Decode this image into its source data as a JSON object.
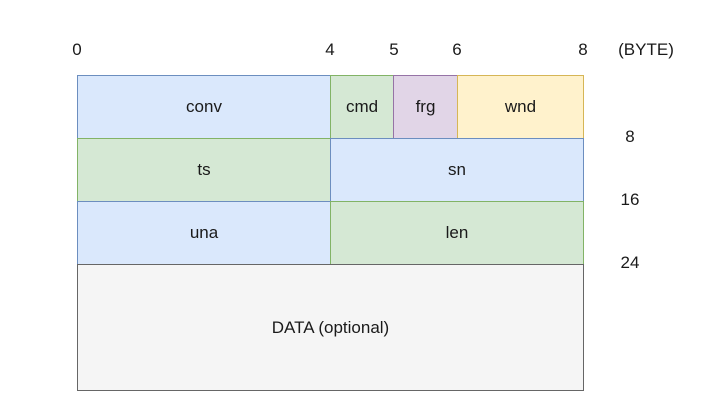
{
  "top_labels": [
    "0",
    "4",
    "5",
    "6",
    "8",
    "(BYTE)"
  ],
  "side_labels": [
    "8",
    "16",
    "24"
  ],
  "cells": {
    "conv": "conv",
    "cmd": "cmd",
    "frg": "frg",
    "wnd": "wnd",
    "ts": "ts",
    "sn": "sn",
    "una": "una",
    "len": "len",
    "data": "DATA (optional)"
  },
  "colors": {
    "blue_fill": "#dae8fc",
    "blue_stroke": "#6c8ebf",
    "green_fill": "#d5e8d4",
    "green_stroke": "#82b366",
    "purple_fill": "#e1d5e7",
    "purple_stroke": "#9673a6",
    "yellow_fill": "#fff2cc",
    "yellow_stroke": "#d6b656",
    "gray_fill": "#f5f5f5",
    "gray_stroke": "#666666"
  }
}
